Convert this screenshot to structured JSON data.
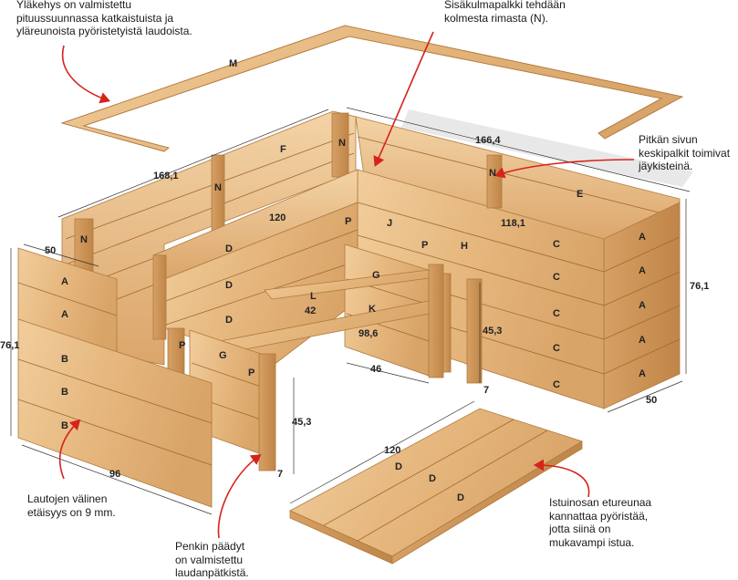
{
  "notes": {
    "top_frame": "Yläkehys on valmistettu\npituussuunnassa katkaistuista ja\nyläreunoista pyöristetyistä laudoista.",
    "inner_corner": "Sisäkulmapalkki tehdään\nkolmesta rimasta (N).",
    "middle_posts": "Pitkän sivun\nkeskipalkit toimivat\njäykisteinä.",
    "board_gap": "Lautojen välinen\netäisyys on 9 mm.",
    "bench_ends": "Penkin päädyt\non valmistettu\nlaudanpätkistä.",
    "seat_edge": "Istuinosan etureunaa\nkannattaa pyöristää,\njotta siinä on\nmukavampi istua."
  },
  "part_labels": {
    "M": "M",
    "F": "F",
    "N": "N",
    "E": "E",
    "D": "D",
    "C": "C",
    "A": "A",
    "B": "B",
    "G": "G",
    "P": "P",
    "J": "J",
    "H": "H",
    "K": "K",
    "L": "L"
  },
  "dimensions": {
    "d168": "168,1",
    "d166": "166,4",
    "d120": "120",
    "d118": "118,1",
    "d50": "50",
    "d76": "76,1",
    "d42": "42",
    "d98": "98,6",
    "d45": "45,3",
    "d46": "46",
    "d96": "96",
    "d7": "7"
  },
  "colors": {
    "wood_light": "#efc895",
    "wood_mid": "#e2b077",
    "wood_dark": "#c98f52",
    "wood_edge": "#b07a3e",
    "arrow_red": "#d6231c"
  }
}
